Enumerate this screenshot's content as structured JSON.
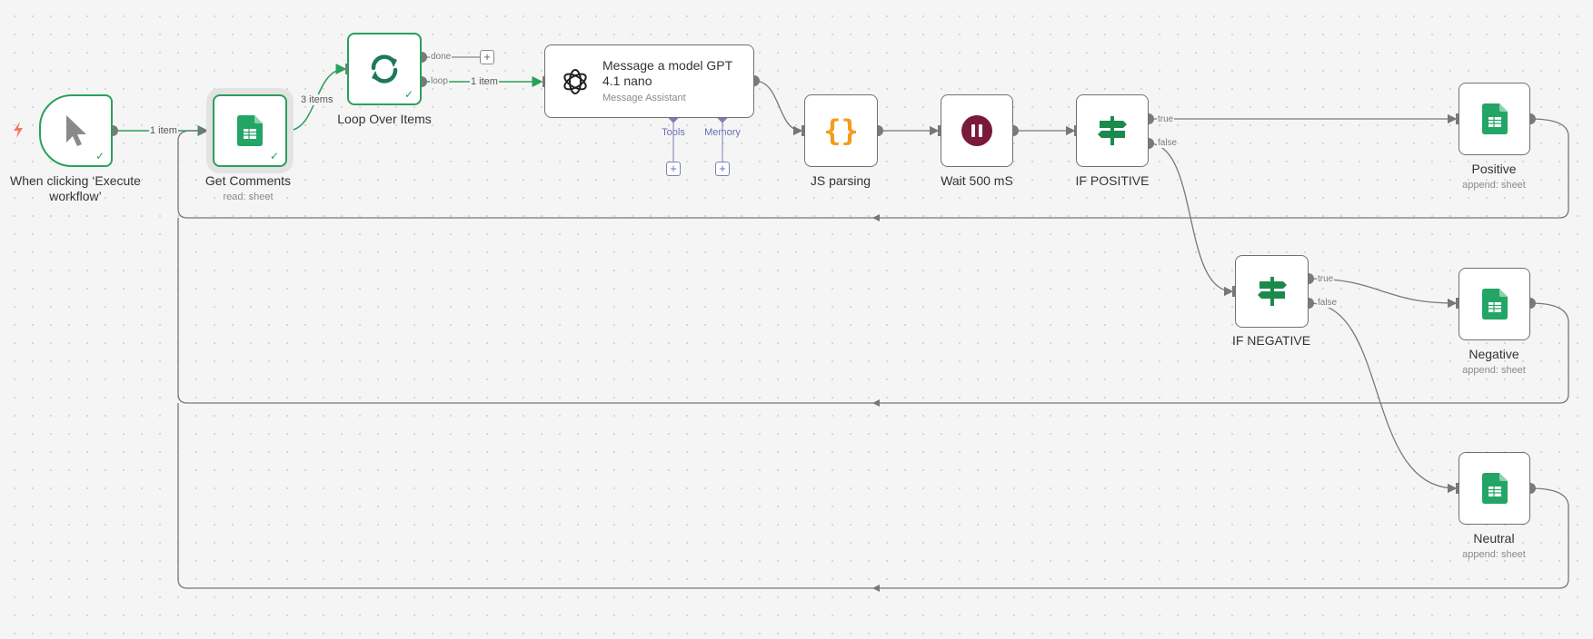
{
  "nodes": {
    "trigger": {
      "label": "When clicking ‘Execute workflow’",
      "icon": "cursor-icon",
      "status": "success"
    },
    "get_comments": {
      "label": "Get Comments",
      "subtitle": "read: sheet",
      "icon": "google-sheets-icon",
      "status": "success"
    },
    "loop": {
      "label": "Loop Over Items",
      "icon": "refresh-icon",
      "status": "success"
    },
    "message": {
      "title": "Message a model GPT 4.1 nano",
      "title_line1": "Message a model GPT",
      "title_line2": "4.1 nano",
      "subtitle": "Message Assistant",
      "icon": "openai-icon",
      "tools_label": "Tools",
      "memory_label": "Memory"
    },
    "js": {
      "label": "JS parsing",
      "icon": "code-braces-icon"
    },
    "wait": {
      "label": "Wait 500 mS",
      "icon": "pause-icon"
    },
    "if_positive": {
      "label": "IF POSITIVE",
      "icon": "signpost-icon",
      "true_label": "true",
      "false_label": "false"
    },
    "if_negative": {
      "label": "IF NEGATIVE",
      "icon": "signpost-icon",
      "true_label": "true",
      "false_label": "false"
    },
    "positive": {
      "label": "Positive",
      "subtitle": "append: sheet",
      "icon": "google-sheets-icon"
    },
    "negative": {
      "label": "Negative",
      "subtitle": "append: sheet",
      "icon": "google-sheets-icon"
    },
    "neutral": {
      "label": "Neutral",
      "subtitle": "append: sheet",
      "icon": "google-sheets-icon"
    }
  },
  "edges": {
    "trigger_to_get": "1 item",
    "get_to_loop": "3 items",
    "loop_to_message": "1 item",
    "loop_done_port": "done",
    "loop_loop_port": "loop"
  },
  "colors": {
    "success": "#2aa05a",
    "sheets": "#23a566",
    "js": "#f59c1a",
    "wait": "#7a1a3a",
    "if": "#1c8a4c",
    "ai_port": "#7b7fb6"
  }
}
